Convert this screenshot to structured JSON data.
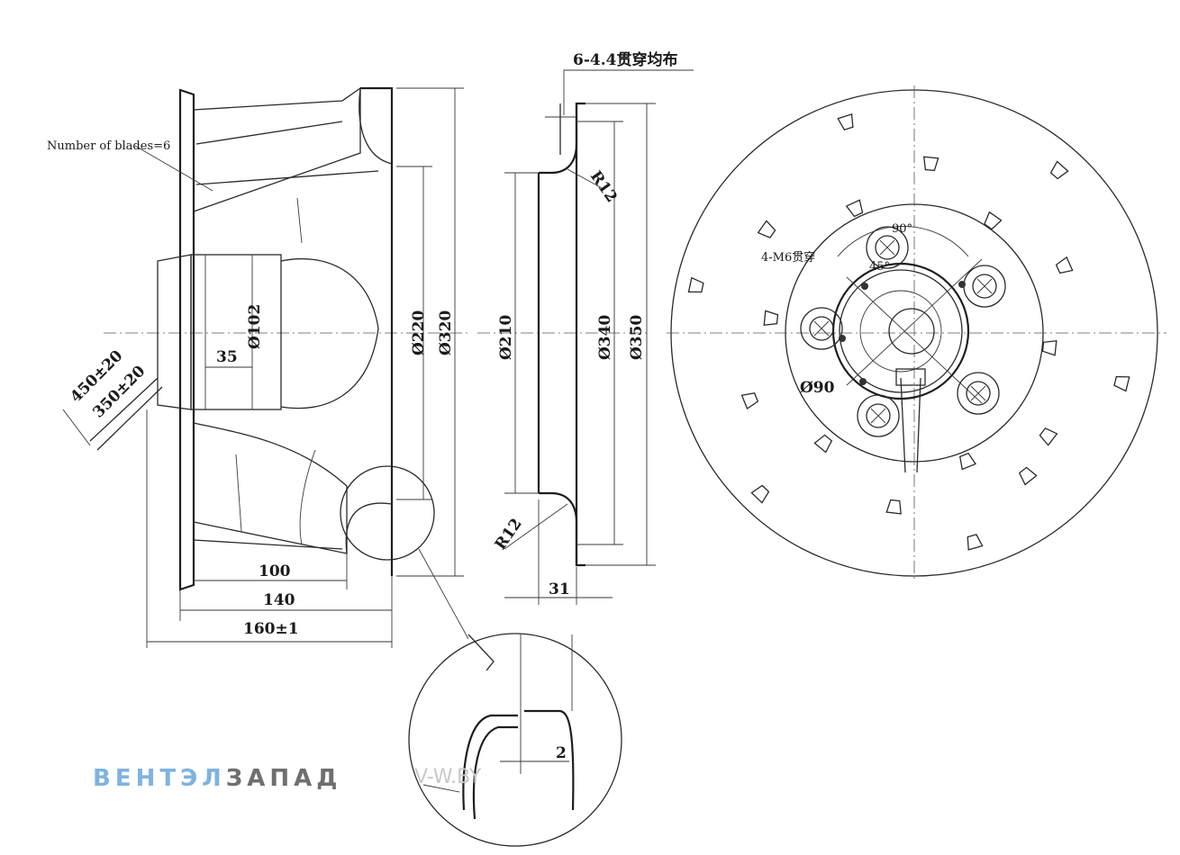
{
  "blade_note": "Number of blades=6",
  "holes_note": "6-4.4贯穿均布",
  "mount_note": "4-M6贯穿",
  "dims": {
    "d102": "Ø102",
    "d220": "Ø220",
    "d320": "Ø320",
    "d210": "Ø210",
    "d340": "Ø340",
    "d350": "Ø350",
    "d90": "Ø90",
    "l35": "35",
    "l100": "100",
    "l140": "140",
    "l160": "160±1",
    "l31": "31",
    "l2": "2",
    "r12_top": "R12",
    "r12_bottom": "R12",
    "cable_450": "450±20",
    "cable_350": "350±20",
    "angle_90": "90°",
    "angle_45": "45°"
  },
  "watermark": {
    "part1": "ВЕНТЭЛ",
    "part2": "ЗАПАД",
    "part3": "V-W.BY"
  },
  "colors": {
    "line": "#2a2a2a",
    "watermark_blue": "#7fb3df",
    "watermark_gray": "#6f6f6f"
  }
}
